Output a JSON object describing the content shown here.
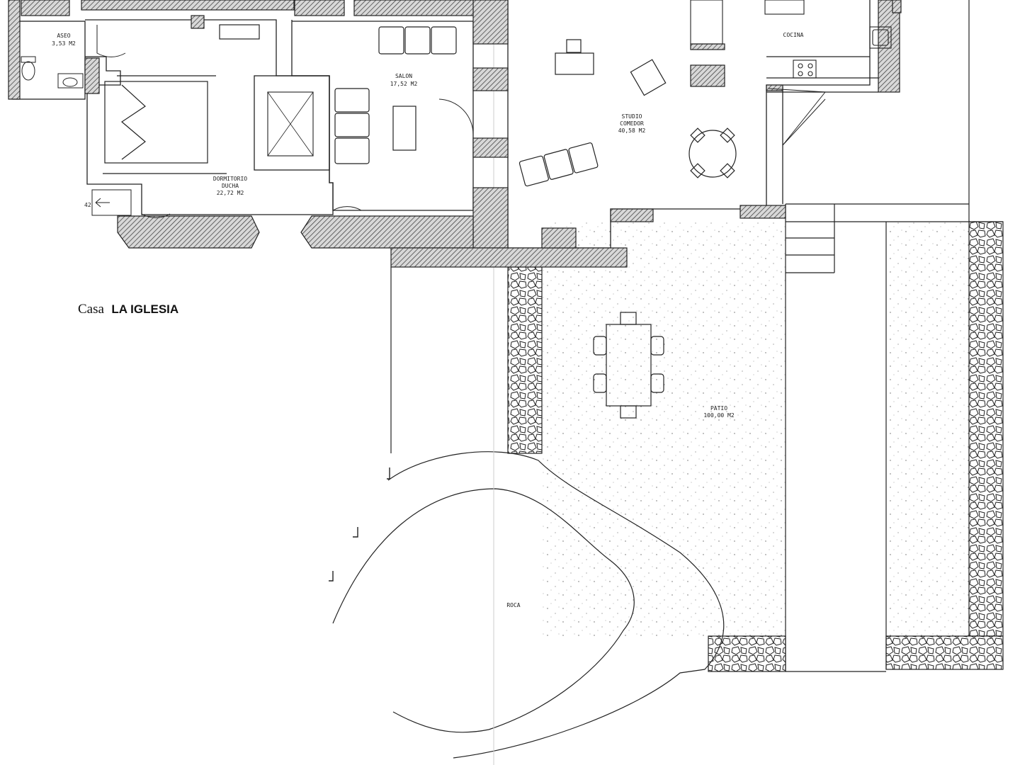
{
  "title": {
    "prefix": "Casa",
    "name": "LA IGLESIA"
  },
  "rooms": {
    "aseo": {
      "name": "ASEO",
      "area": "3,53 M2"
    },
    "salon": {
      "name": "SALON",
      "area": "17,52 M2"
    },
    "cocina": {
      "name": "COCINA"
    },
    "studio": {
      "name1": "STUDIO",
      "name2": "COMEDOR",
      "area": "40,58 M2"
    },
    "dormitorio": {
      "name1": "DORMITORIO",
      "name2": "DUCHA",
      "area": "22,72 M2"
    },
    "patio": {
      "name": "PATIO",
      "area": "100,00 M2"
    },
    "roca": {
      "name": "ROCA"
    }
  },
  "edge_fragment": "42"
}
